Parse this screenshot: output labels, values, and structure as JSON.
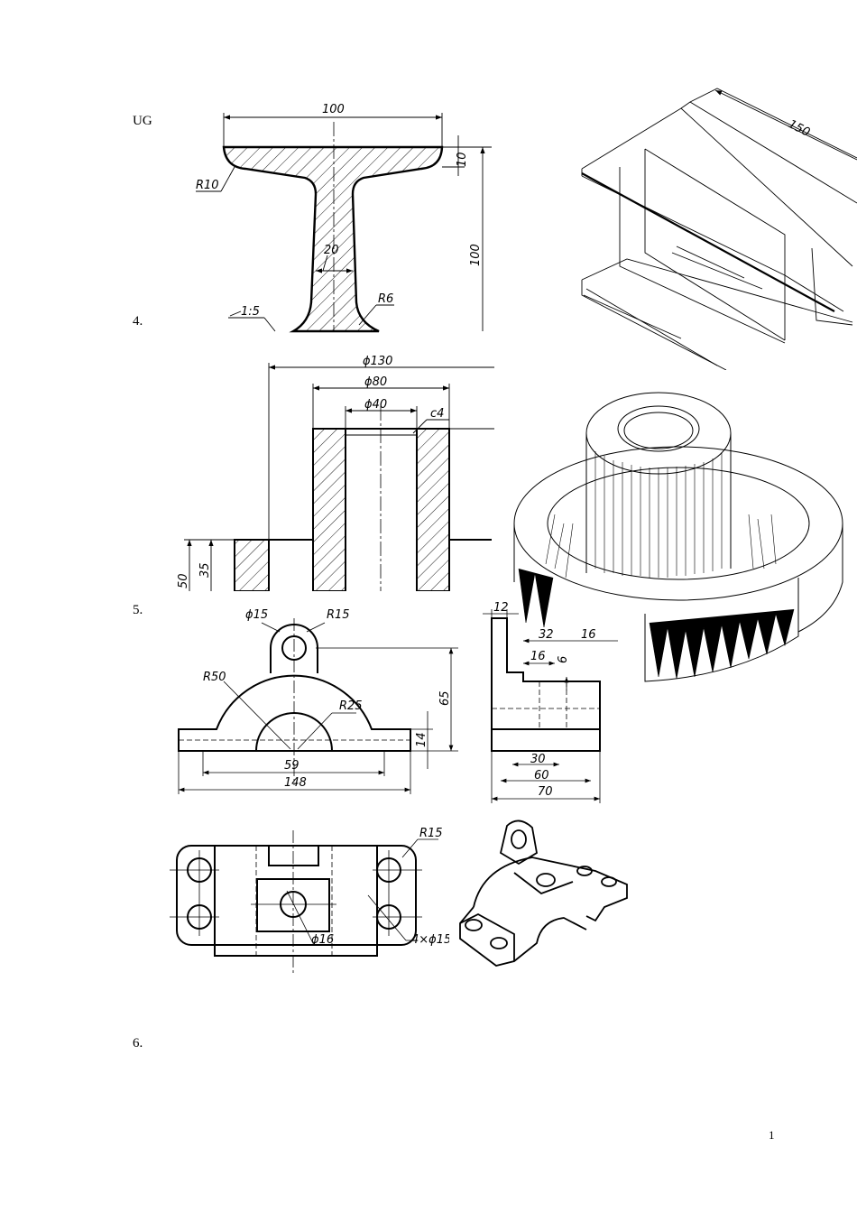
{
  "labels": {
    "header": "UG",
    "q4": "4.",
    "q5": "5.",
    "q6": "6.",
    "page_number": "1"
  },
  "fig_t_beam": {
    "width": "100",
    "flange": "10",
    "web": "20",
    "height": "100",
    "fillet_top": "R10",
    "fillet_bottom": "R6",
    "slope": "1:5",
    "length_3d": "150"
  },
  "fig_tube": {
    "outer": "ϕ130",
    "mid": "ϕ80",
    "inner": "ϕ40",
    "chamfer": "c4",
    "h1": "50",
    "h2": "35"
  },
  "fig_bracket": {
    "top_hole": "ϕ15",
    "top_radius": "R15",
    "arch_outer": "R50",
    "arch_inner": "R25",
    "center_span": "59",
    "overall": "148",
    "height": "65",
    "base_thick": "14",
    "side_top": "12",
    "side_w1": "32",
    "side_w2": "16",
    "side_w3": "16",
    "side_slot": "6",
    "side_30": "30",
    "side_60": "60",
    "side_70": "70",
    "plan_radius": "R15",
    "plan_hole": "ϕ16",
    "plan_holes": "4×ϕ15"
  }
}
